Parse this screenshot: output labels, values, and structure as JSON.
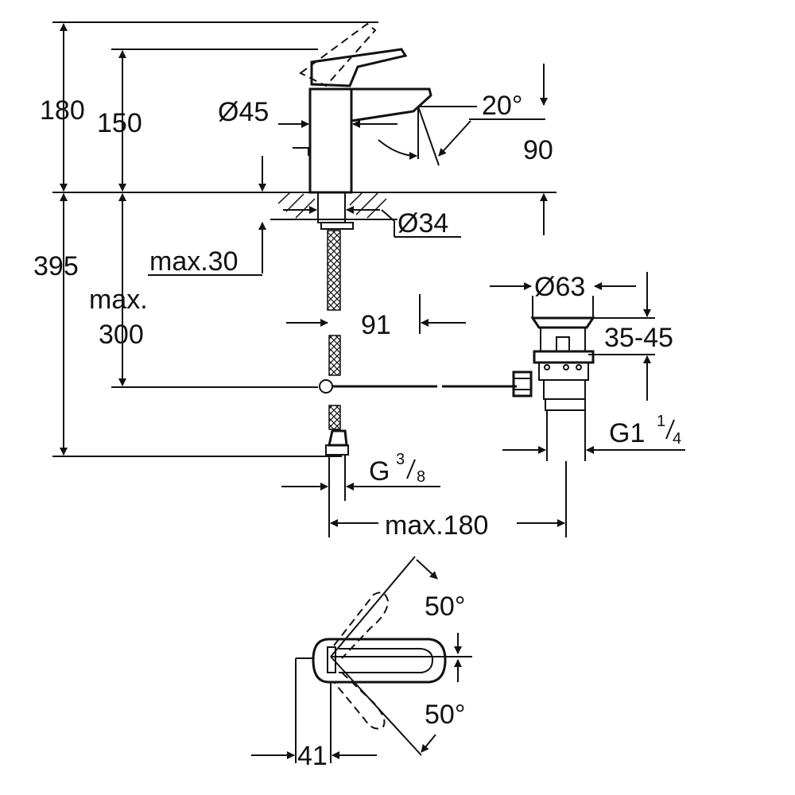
{
  "drawing": {
    "dimensions": {
      "h_total": "180",
      "h_spout": "150",
      "body_diameter": "Ø45",
      "lever_angle": "20°",
      "spout_drop": "90",
      "bore_diameter": "Ø34",
      "deck_thickness": "max.30",
      "total_below": "395",
      "drain_depth_line1": "max.",
      "drain_depth_line2": "300",
      "offset": "91",
      "waste_diameter": "Ø63",
      "waste_range": "35-45",
      "waste_thread_main": "G1",
      "waste_thread_num": "1",
      "waste_thread_den": "4",
      "supply_thread_main": "G",
      "supply_thread_num": "3",
      "supply_thread_den": "8",
      "rod_length": "max.180",
      "rotate_up": "50°",
      "rotate_down": "50°",
      "handle_width": "41"
    }
  }
}
